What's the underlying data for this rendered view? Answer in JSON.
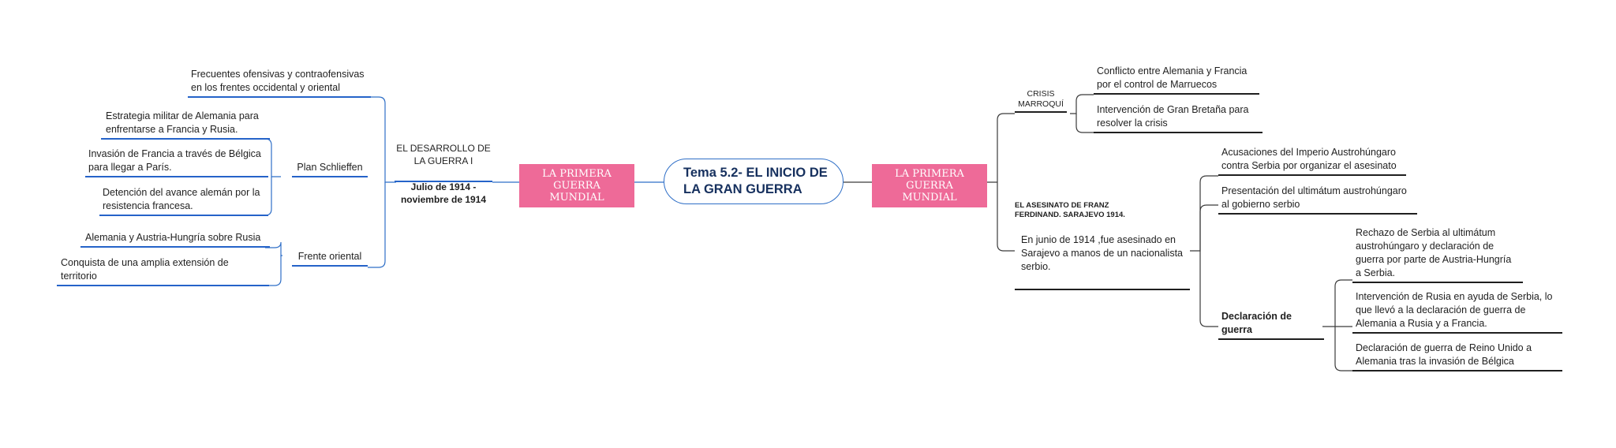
{
  "central": {
    "title": "Tema 5.2- EL INICIO DE\nLA GRAN GUERRA"
  },
  "left": {
    "banner": "LA PRIMERA GUERRA\n MUNDIAL",
    "branch_title": "EL DESARROLLO DE\nLA GUERRA I",
    "branch_dates": "Julio de 1914 -\nnoviembre de 1914",
    "offensives": "Frecuentes ofensivas y contraofensivas\n en los frentes occidental y oriental",
    "schlieffen": {
      "label": "Plan Schlieffen",
      "items": [
        "Estrategia militar de Alemania para\n enfrentarse a Francia y Rusia.",
        "Invasión de Francia a través de Bélgica\npara llegar a París.",
        "Detención del avance alemán por la\n resistencia francesa."
      ]
    },
    "eastern": {
      "label": "Frente oriental",
      "items": [
        "Alemania y Austria-Hungría sobre Rusia",
        "Conquista de una amplia extensión de\nterritorio"
      ]
    }
  },
  "right": {
    "banner": "LA PRIMERA GUERRA\n MUNDIAL",
    "morocco": {
      "label": "CRISIS\nMARROQUÍ",
      "items": [
        "Conflicto entre Alemania y Francia\npor el control de Marruecos",
        "Intervención de Gran Bretaña para\nresolver la crisis"
      ]
    },
    "assassination": {
      "heading": "EL ASESINATO DE FRANZ\nFERDINAND. SARAJEVO 1914.",
      "text": "En junio de 1914 ,fue asesinado en\nSarajevo a manos de un nacionalista\nserbio.",
      "items": [
        "Acusaciones del Imperio Austrohúngaro\ncontra Serbia por organizar el asesinato",
        "Presentación del ultimátum austrohúngaro\nal gobierno serbio"
      ],
      "declaration": {
        "label": "Declaración de guerra",
        "items": [
          "Rechazo de Serbia al ultimátum\naustrohúngaro y declaración de\nguerra por parte de Austria-Hungría\n a Serbia.",
          "Intervención de Rusia en ayuda de Serbia, lo\nque llevó a la declaración de guerra de\nAlemania a Rusia y a Francia.",
          "Declaración de guerra de Reino Unido a\nAlemania tras la invasión de Bélgica"
        ]
      }
    }
  },
  "colors": {
    "left_line": "#2563c9",
    "right_line": "#1f1f1f",
    "banner": "#ee6a98",
    "central_border": "#2f6fc7"
  }
}
